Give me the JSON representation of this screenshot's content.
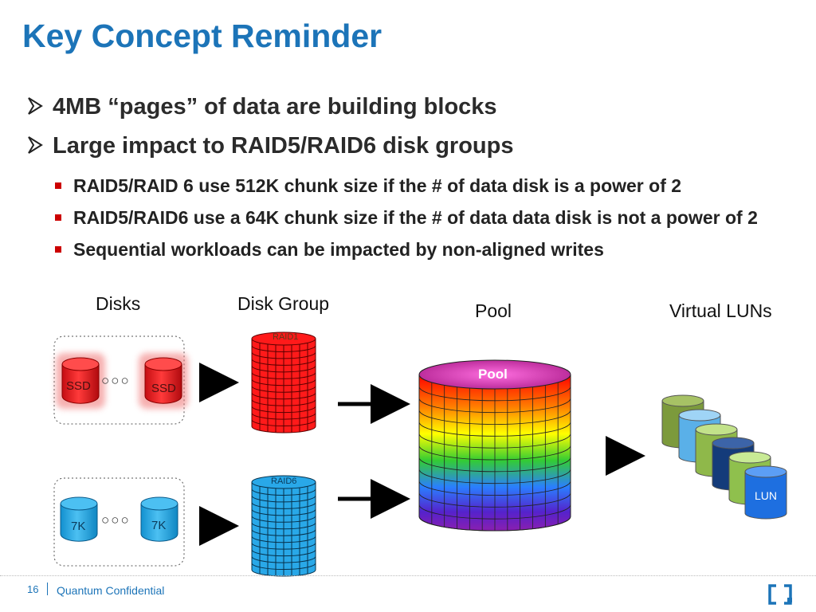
{
  "slide": {
    "title": "Key Concept Reminder",
    "bullets": [
      "4MB “pages” of data are building blocks",
      "Large impact to RAID5/RAID6 disk groups"
    ],
    "subbullets": [
      "RAID5/RAID 6 use 512K chunk size if the # of data disk is a power of 2",
      "RAID5/RAID6 use a 64K chunk size if the # of data data disk is not a power of 2",
      "Sequential workloads can be impacted by non-aligned writes"
    ]
  },
  "diagram": {
    "labels": {
      "disks": "Disks",
      "disk_group": "Disk Group",
      "pool": "Pool",
      "virtual_luns": "Virtual LUNs"
    },
    "ssd_label": "SSD",
    "hdd_label": "7K",
    "ellipsis": "○○○",
    "raid_top": "RAID1",
    "raid_bottom": "RAID6",
    "pool_label": "Pool",
    "lun_label": "LUN",
    "colors": {
      "title": "#1c74b8",
      "ssd": "#e8191e",
      "hdd": "#1da1e0",
      "raid_red": "#ff1a1a",
      "raid_blue": "#29a8e8"
    }
  },
  "footer": {
    "page_number": "16",
    "text": "Quantum Confidential"
  }
}
